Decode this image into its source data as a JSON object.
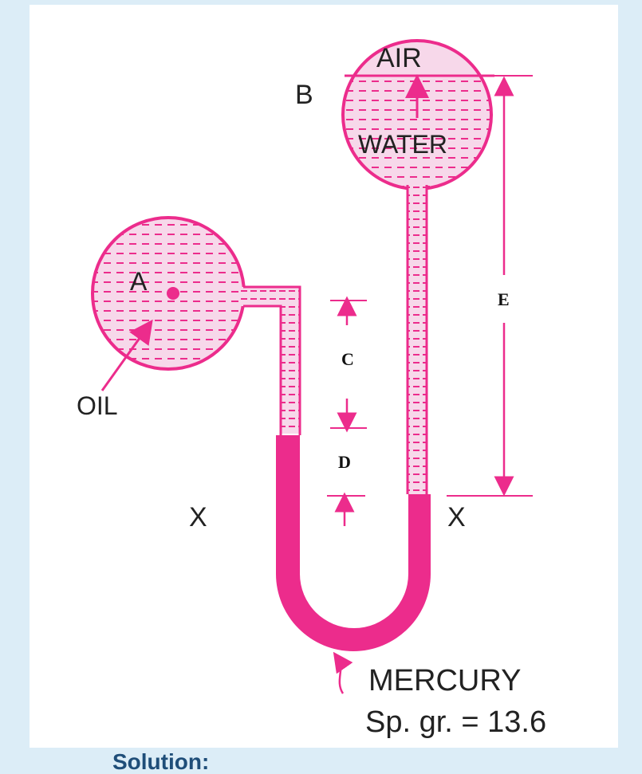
{
  "labels": {
    "air": "AIR",
    "water": "WATER",
    "b": "B",
    "a": "A",
    "oil": "OIL",
    "c": "C",
    "d": "D",
    "e": "E",
    "x_left": "X",
    "x_right": "X",
    "mercury": "MERCURY",
    "sp_gr": "Sp. gr. = 13.6"
  },
  "footer": {
    "heading": "Solution:"
  },
  "colors": {
    "accent": "#ec2c8c",
    "fill": "#f7d8ea",
    "page_bg": "#dcedf7"
  }
}
